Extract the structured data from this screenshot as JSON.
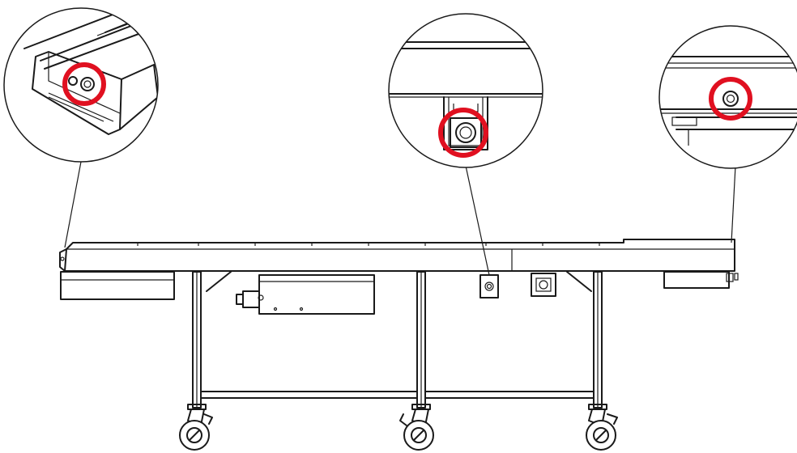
{
  "diagram": {
    "subject": "conveyor",
    "colors": {
      "line": "#1a1a1a",
      "highlight": "#e01020",
      "background": "#ffffff"
    },
    "callouts": [
      {
        "name": "left-end-bolt",
        "icon": "magnifier-callout"
      },
      {
        "name": "center-bracket-bolt",
        "icon": "magnifier-callout"
      },
      {
        "name": "right-end-bolt",
        "icon": "magnifier-callout"
      }
    ],
    "casters": 3
  }
}
